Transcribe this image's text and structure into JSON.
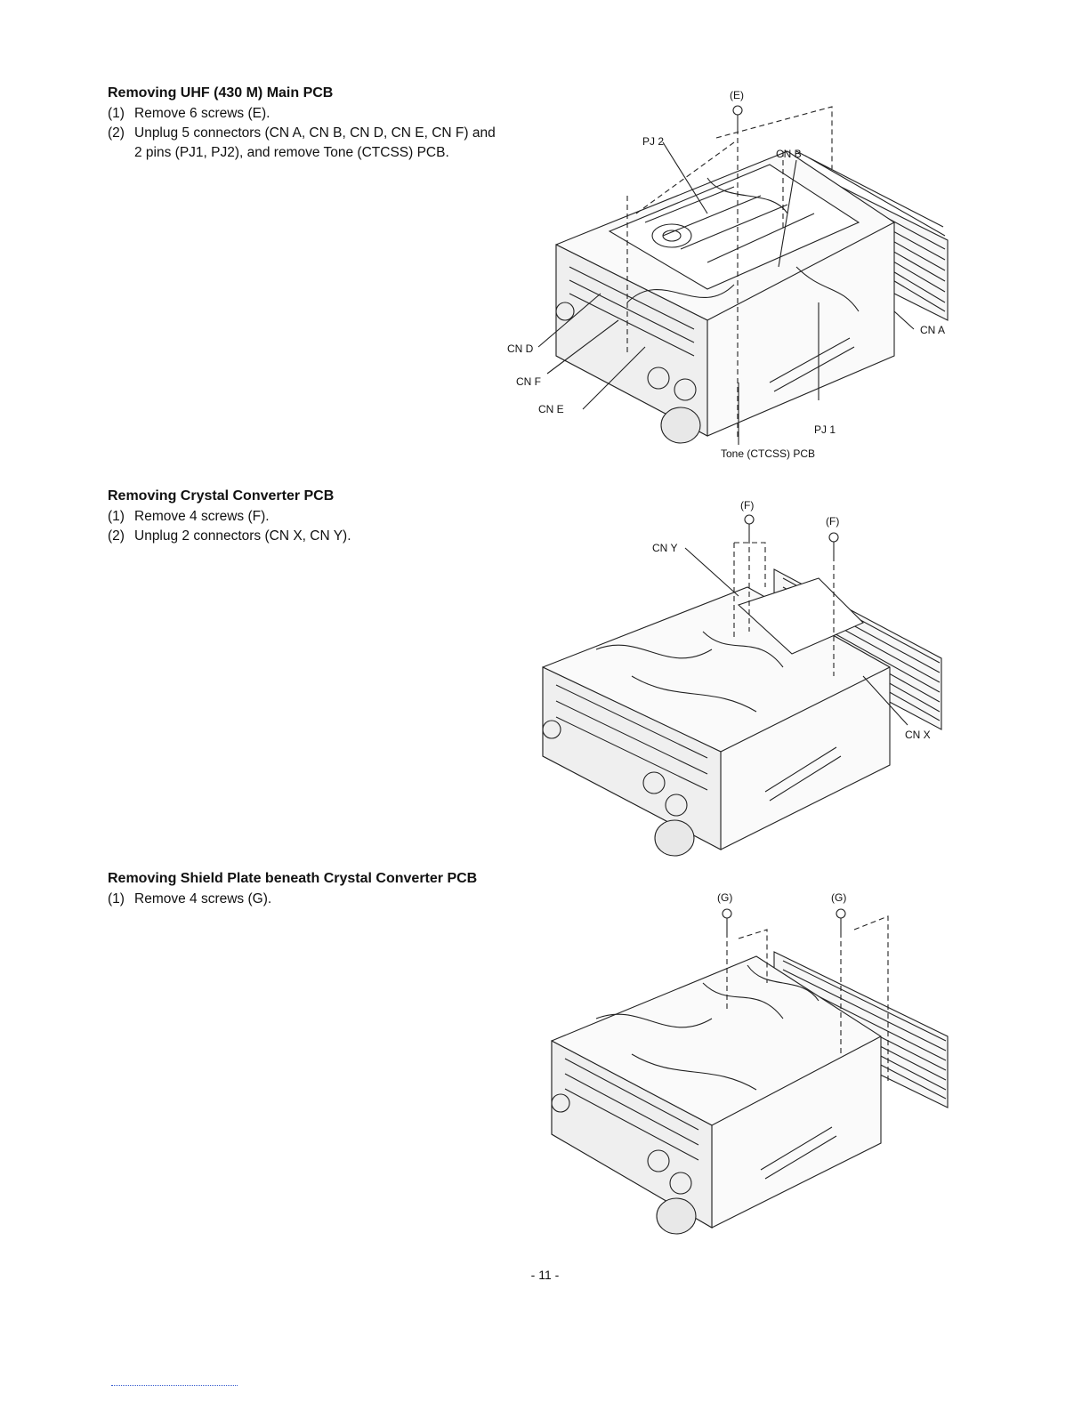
{
  "sections": [
    {
      "heading": "Removing UHF (430 M) Main PCB",
      "steps": [
        {
          "num": "(1)",
          "text": "Remove 6 screws (E)."
        },
        {
          "num": "(2)",
          "text": "Unplug 5 connectors (CN A, CN B, CN D, CN E, CN F) and 2 pins (PJ1, PJ2), and remove Tone (CTCSS) PCB."
        }
      ]
    },
    {
      "heading": "Removing Crystal Converter PCB",
      "steps": [
        {
          "num": "(1)",
          "text": "Remove 4 screws (F)."
        },
        {
          "num": "(2)",
          "text": "Unplug 2 connectors (CN X, CN Y)."
        }
      ]
    },
    {
      "heading": "Removing Shield Plate beneath Crystal Converter PCB",
      "steps": [
        {
          "num": "(1)",
          "text": "Remove 4 screws (G)."
        }
      ]
    }
  ],
  "figure1": {
    "screw": "(E)",
    "pj2": "PJ 2",
    "cnb": "CN B",
    "cna": "CN A",
    "cnd": "CN D",
    "cnf": "CN F",
    "cne": "CN E",
    "pj1": "PJ 1",
    "tone": "Tone (CTCSS) PCB"
  },
  "figure2": {
    "screw_left": "(F)",
    "screw_right": "(F)",
    "cny": "CN Y",
    "cnx": "CN X"
  },
  "figure3": {
    "screw_left": "(G)",
    "screw_right": "(G)"
  },
  "page_number": "- 11 -"
}
